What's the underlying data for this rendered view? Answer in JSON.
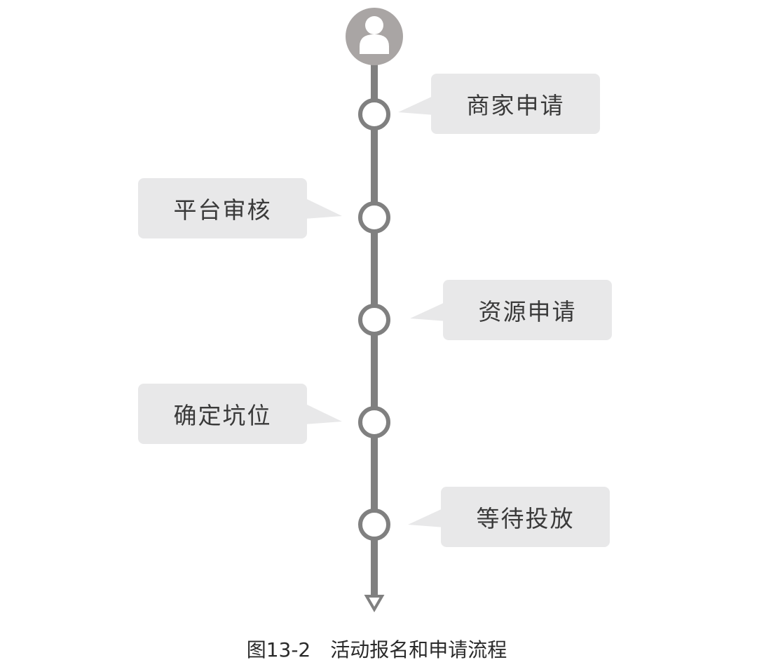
{
  "steps": [
    {
      "label": "商家申请"
    },
    {
      "label": "平台审核"
    },
    {
      "label": "资源申请"
    },
    {
      "label": "确定坑位"
    },
    {
      "label": "等待投放"
    }
  ],
  "caption": {
    "number": "图13-2",
    "title": "活动报名和申请流程"
  },
  "colors": {
    "line": "#808080",
    "avatar": "#a9a5a4",
    "box": "#e8e8e9"
  },
  "icons": {
    "start": "user-avatar-icon",
    "end": "arrow-down-icon"
  }
}
